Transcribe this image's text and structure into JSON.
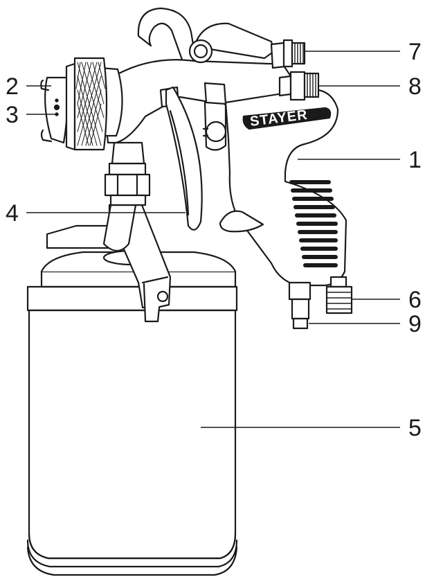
{
  "brand": {
    "text": "STAYER"
  },
  "callouts": [
    {
      "id": "1",
      "label": "1"
    },
    {
      "id": "2",
      "label": "2"
    },
    {
      "id": "3",
      "label": "3"
    },
    {
      "id": "4",
      "label": "4"
    },
    {
      "id": "5",
      "label": "5"
    },
    {
      "id": "6",
      "label": "6"
    },
    {
      "id": "7",
      "label": "7"
    },
    {
      "id": "8",
      "label": "8"
    },
    {
      "id": "9",
      "label": "9"
    }
  ],
  "colors": {
    "line": "#1a1a1a",
    "fill": "#ffffff",
    "accent": "#000000"
  }
}
